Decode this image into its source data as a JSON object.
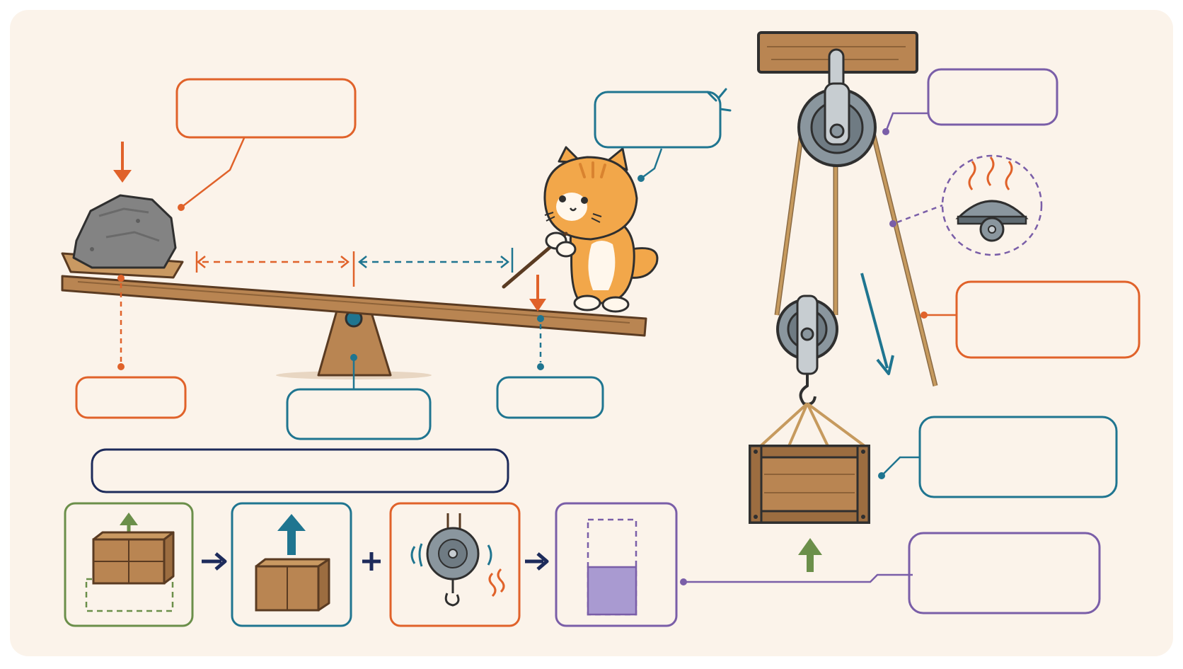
{
  "labels": {
    "rock_effort": "",
    "cat_note": "",
    "load_arm": "",
    "fulcrum": "",
    "effort_arm": "",
    "summary": "",
    "fixed_pulley": "",
    "rope_friction": "",
    "load_crate": "",
    "efficiency": ""
  },
  "flow": {
    "steps": [
      "useful-work",
      "total-work",
      "losses",
      "efficiency"
    ],
    "operators": [
      "arrow",
      "plus",
      "arrow"
    ],
    "efficiency_fill_fraction": 0.5
  },
  "colors": {
    "background": "#fbf3ea",
    "orange": "#e0622a",
    "blue": "#1f7590",
    "navy": "#1d2b5b",
    "purple": "#7a5ea8",
    "green": "#6b8f4a",
    "wood": "#b98552",
    "wood_dark": "#5a3b22",
    "metal": "#8a969e",
    "rope": "#c69a5e",
    "cat": "#f2a74a"
  }
}
